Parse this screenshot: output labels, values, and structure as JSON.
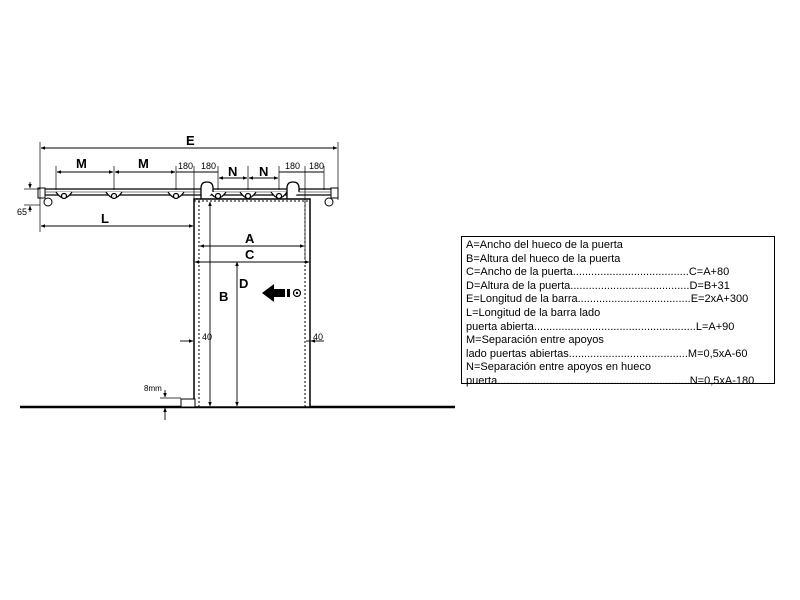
{
  "diagram": {
    "labels": {
      "E": "E",
      "M1": "M",
      "M2": "M",
      "N1": "N",
      "N2": "N",
      "L": "L",
      "A": "A",
      "B": "B",
      "C": "C",
      "D": "D",
      "d180_1": "180",
      "d180_2": "180",
      "d180_3": "180",
      "d180_4": "180",
      "d65": "65",
      "d40_left": "40",
      "d40_right": "40",
      "d8mm": "8mm"
    }
  },
  "legend": {
    "rows": [
      "A=Ancho del hueco de la puerta",
      "B=Altura del hueco de la puerta",
      "C=Ancho de la puerta......................................C=A+80",
      "D=Altura de la puerta.......................................D=B+31",
      "E=Longitud de la barra.....................................E=2xA+300",
      "L=Longitud de la barra lado",
      "puerta abierta.....................................................L=A+90",
      "M=Separación entre apoyos",
      "lado puertas abiertas.......................................M=0,5xA-60",
      "N=Separación entre apoyos en hueco",
      "puerta...............................................................N=0,5xA-180"
    ]
  },
  "colors": {
    "line": "#000000",
    "background": "#ffffff"
  }
}
